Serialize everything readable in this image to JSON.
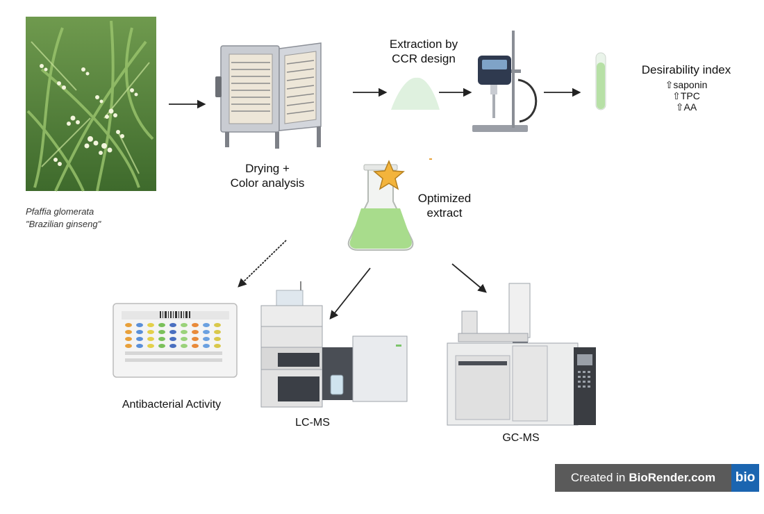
{
  "plant": {
    "species": "Pfaffia glomerata",
    "common_name": "\"Brazilian ginseng\""
  },
  "steps": {
    "drying": {
      "line1": "Drying  +",
      "line2": "Color analysis"
    },
    "extraction": {
      "line1": "Extraction by",
      "line2": "CCR design"
    },
    "desirability": {
      "title": "Desirability index",
      "items": [
        "⇧saponin",
        "⇧TPC",
        "⇧AA"
      ]
    },
    "optimized": {
      "line1": "Optimized",
      "line2": "extract"
    }
  },
  "analyses": {
    "antibacterial": "Antibacterial Activity",
    "lcms": "LC-MS",
    "gcms": "GC-MS"
  },
  "badge": {
    "prefix": "Created in",
    "brand": "BioRender.com",
    "logo": "bio"
  },
  "colors": {
    "arrow": "#222222",
    "powder": "#dff1df",
    "flask_liquid": "#a8dc8c",
    "star": "#f3b43c",
    "badge_bg": "#5a5a5a",
    "badge_logo": "#1b65b0"
  }
}
